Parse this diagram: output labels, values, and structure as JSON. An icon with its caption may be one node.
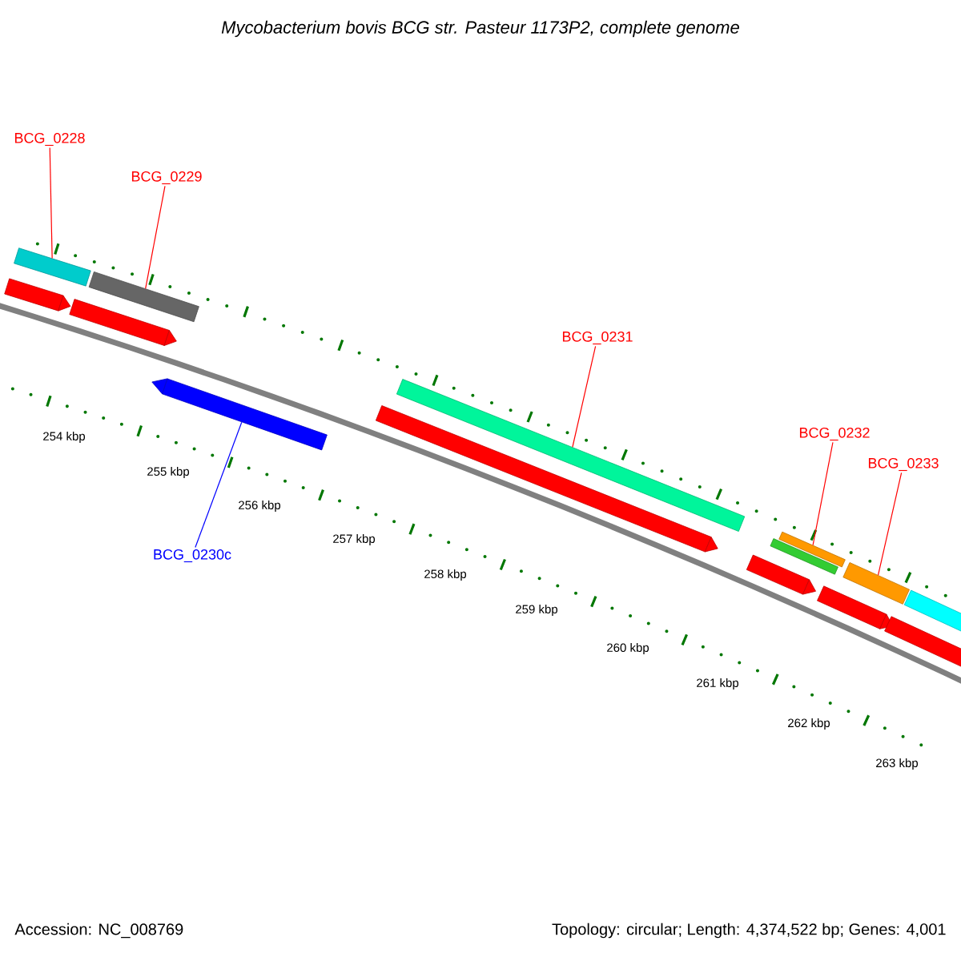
{
  "diagram": {
    "title": "Mycobacterium bovis BCG str. Pasteur 1173P2, complete genome",
    "nodes": [
      {
        "text": [
          "BCG_0228"
        ]
      },
      {
        "text": [
          "BCG_0229"
        ]
      },
      {
        "text": [
          "BCG_0231"
        ]
      },
      {
        "text": [
          "BCG_0232"
        ]
      },
      {
        "text": [
          "BCG_0233"
        ]
      },
      {
        "text": [
          "BCG_0230c"
        ]
      },
      {
        "text": [],
        "shape": "bar"
      },
      {
        "text": [],
        "shape": "bar"
      },
      {
        "text": [],
        "shape": "bar"
      },
      {
        "text": [],
        "shape": "bar"
      },
      {
        "text": [],
        "shape": "bar"
      },
      {
        "text": [],
        "shape": "bar"
      },
      {
        "text": [],
        "shape": "bar"
      },
      {
        "text": [],
        "shape": "bar"
      },
      {
        "text": [],
        "shape": "bar"
      },
      {
        "text": [],
        "shape": "bar"
      },
      {
        "text": [],
        "shape": "bar"
      },
      {
        "text": [],
        "shape": "bar"
      },
      {
        "text": [],
        "shape": "bar"
      },
      {
        "text": [],
        "shape": "bar"
      }
    ],
    "edges": [
      {
        "from": 0,
        "to": 7,
        "arrow": "none"
      },
      {
        "from": 1,
        "to": 9,
        "arrow": "none"
      },
      {
        "from": 2,
        "to": 12,
        "arrow": "none"
      },
      {
        "from": 3,
        "to": 15,
        "arrow": "none"
      },
      {
        "from": 4,
        "to": 17,
        "arrow": "none"
      },
      {
        "from": 5,
        "to": 10,
        "arrow": "none",
        "color": "#0000ff"
      }
    ],
    "labels": [
      "254 kbp",
      "255 kbp",
      "256 kbp",
      "257 kbp",
      "258 kbp",
      "259 kbp",
      "260 kbp",
      "261 kbp",
      "262 kbp",
      "263 kbp",
      "Accession: NC_008769",
      "Topology: circular; Length: 4,374,522 bp; Genes: 4,001"
    ]
  }
}
